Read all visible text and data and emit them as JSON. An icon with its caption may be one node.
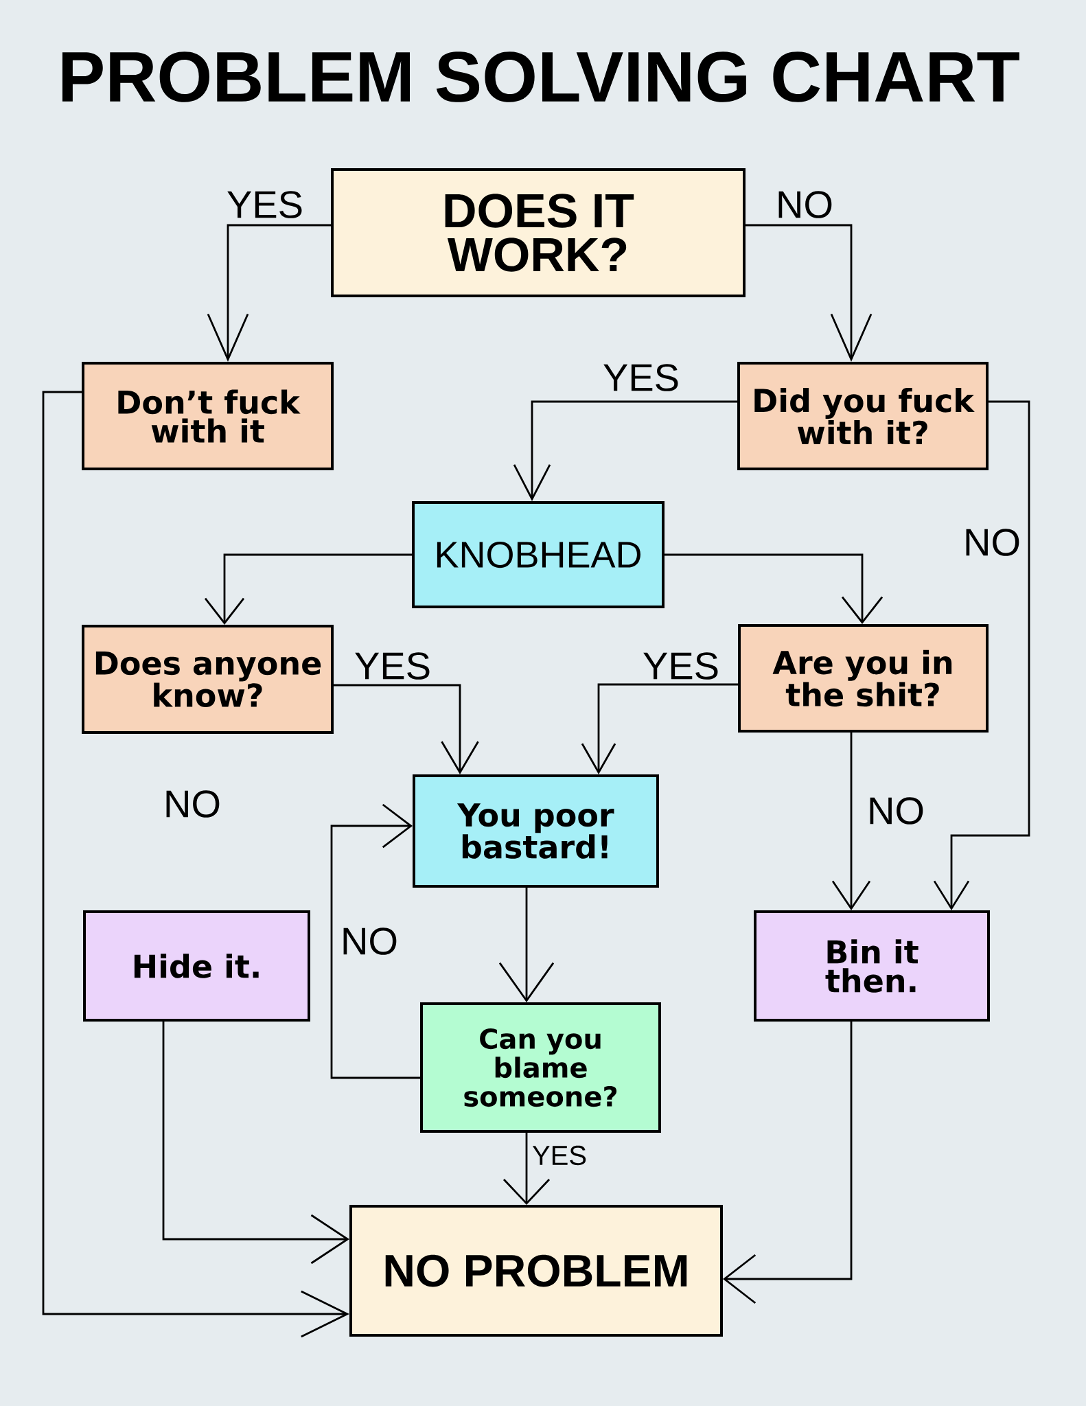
{
  "diagram": {
    "title": "PROBLEM SOLVING CHART",
    "nodes": [
      {
        "text": [
          "DOES IT WORK?"
        ]
      },
      {
        "text": [
          "Don’t fuck with it"
        ]
      },
      {
        "text": [
          "Did you fuck with it?"
        ]
      },
      {
        "text": [
          "KNOBHEAD"
        ]
      },
      {
        "text": [
          "Does anyone know?"
        ]
      },
      {
        "text": [
          "Are you in the shit?"
        ]
      },
      {
        "text": [
          "You poor bastard!"
        ]
      },
      {
        "text": [
          "Hide it."
        ]
      },
      {
        "text": [
          "Bin it then."
        ]
      },
      {
        "text": [
          "Can you blame someone?"
        ]
      },
      {
        "text": [
          "NO PROBLEM"
        ]
      }
    ],
    "edges": [
      {
        "from": 0,
        "to": 1,
        "arrow": "to",
        "label": "YES"
      },
      {
        "from": 0,
        "to": 2,
        "arrow": "to",
        "label": "NO"
      },
      {
        "from": 2,
        "to": 3,
        "arrow": "to",
        "label": "YES"
      },
      {
        "from": 2,
        "to": 8,
        "arrow": "to",
        "label": "NO"
      },
      {
        "from": 3,
        "to": 4,
        "arrow": "to"
      },
      {
        "from": 3,
        "to": 5,
        "arrow": "to"
      },
      {
        "from": 4,
        "to": 6,
        "arrow": "to",
        "label": "YES"
      },
      {
        "from": 5,
        "to": 6,
        "arrow": "to",
        "label": "YES"
      },
      {
        "from": 5,
        "to": 8,
        "arrow": "to",
        "label": "NO"
      },
      {
        "from": 6,
        "to": 9,
        "arrow": "to"
      },
      {
        "from": 9,
        "to": 6,
        "arrow": "to",
        "label": "NO"
      },
      {
        "from": 9,
        "to": 10,
        "arrow": "to",
        "label": "YES"
      },
      {
        "from": 7,
        "to": 10,
        "arrow": "to"
      },
      {
        "from": 1,
        "to": 10,
        "arrow": "to"
      },
      {
        "from": 8,
        "to": 10,
        "arrow": "to"
      }
    ],
    "labels": [
      "NO"
    ]
  }
}
